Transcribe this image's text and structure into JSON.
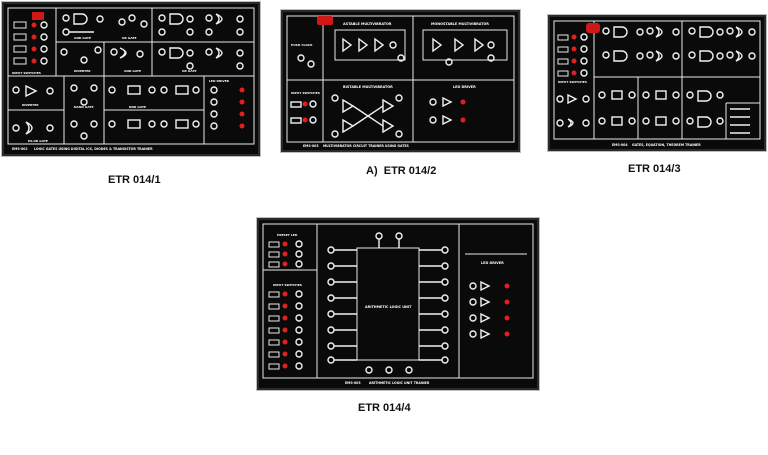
{
  "captions": {
    "p1": "ETR 014/1",
    "p2_prefix": "A)",
    "p2": "ETR 014/2",
    "p3": "ETR 014/3",
    "p4": "ETR 014/4"
  },
  "panel1": {
    "footer_code": "EMS-002",
    "footer_title": "LOGIC GATES USING DIGITAL ICS, DIODES & TRANSISTOR TRAINER",
    "labels": [
      "INPUT SWITCHES",
      "AND GATE",
      "OR GATE",
      "OR GATE",
      "INVERTER",
      "AND GATE",
      "INVERTER",
      "NAND GATE",
      "NOR GATE",
      "LED DRIVER",
      "EX-OR GATE"
    ]
  },
  "panel2": {
    "footer_code": "EMS-003",
    "footer_title": "MULTIVIBRATOR CIRCUIT TRAINER USING GATES",
    "labels": [
      "ASTABLE MULTIVIBRATOR",
      "MONOSTABLE MULTIVIBRATOR",
      "PUSH CLOCK",
      "BISTABLE MULTIVIBRATOR",
      "LED DRIVER",
      "INPUT SWITCHES"
    ]
  },
  "panel3": {
    "footer_code": "EMS-004",
    "footer_title": "GATES, EQUATION, THEOREM TRAINER",
    "labels": [
      "INPUT SWITCHES"
    ]
  },
  "panel4": {
    "footer_code": "EMS-003",
    "footer_title": "ARITHMETIC LOGIC UNIT TRAINER",
    "labels": [
      "PRESET LED",
      "INPUT SWITCHES",
      "ARITHMETIC LOGIC UNIT",
      "LED DRIVER"
    ]
  },
  "colors": {
    "panel_bg": "#0a0a0a",
    "led_red": "#e02020",
    "line": "#e8e8e8",
    "badge": "#d01818"
  }
}
